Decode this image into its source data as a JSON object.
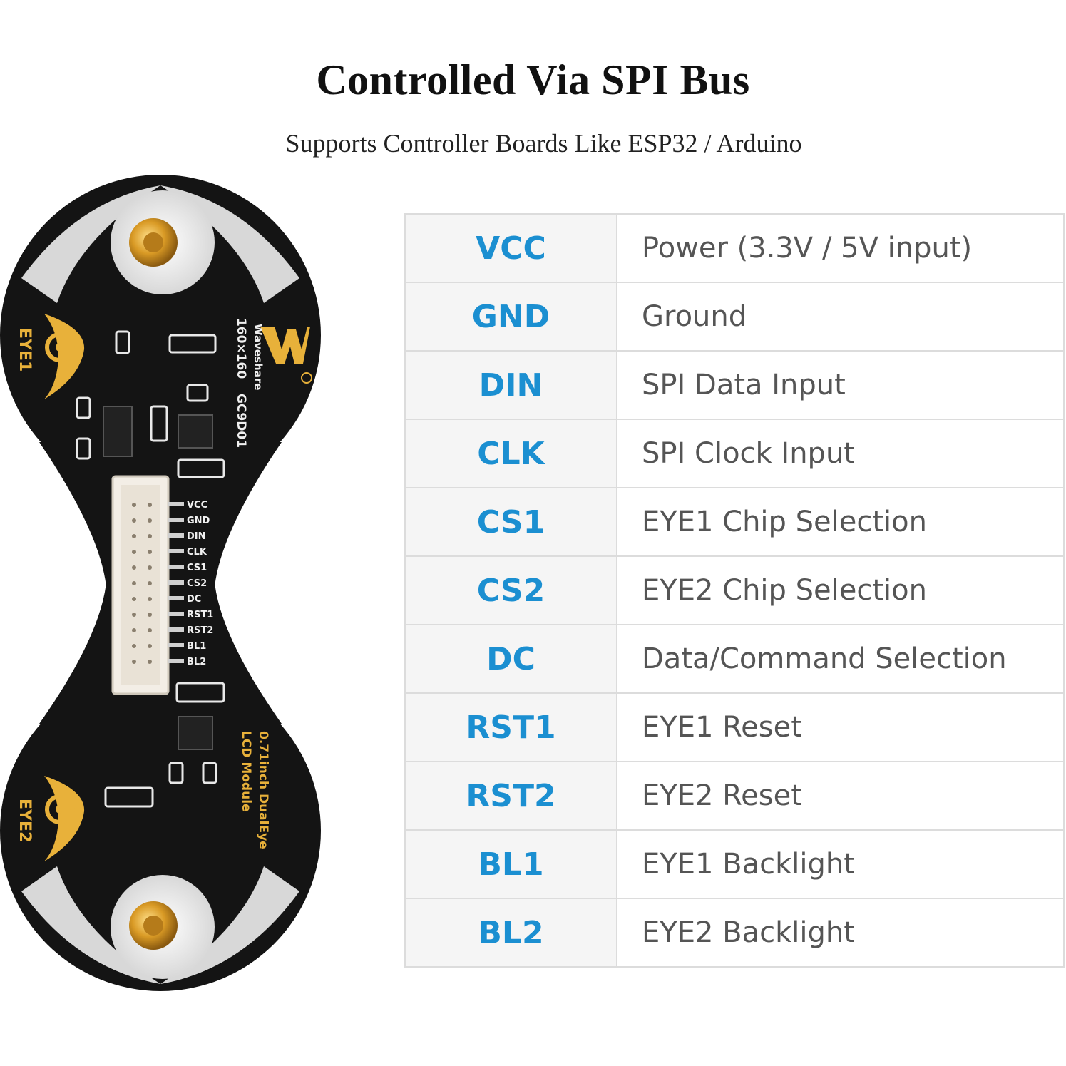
{
  "header": {
    "title": "Controlled Via SPI Bus",
    "subtitle": "Supports Controller Boards Like ESP32 / Arduino"
  },
  "board": {
    "eye_top_label": "EYE1",
    "eye_bottom_label": "EYE2",
    "brand": "Waveshare",
    "resolution": "160×160",
    "driver": "GC9D01",
    "module_line1": "0.71inch DualEye",
    "module_line2": "LCD Module",
    "connector_pins": [
      "VCC",
      "GND",
      "DIN",
      "CLK",
      "CS1",
      "CS2",
      "DC",
      "RST1",
      "RST2",
      "BL1",
      "BL2"
    ],
    "colors": {
      "pcb": "#141414",
      "silk": "#f0f0f0",
      "gold": "#e8b13a"
    },
    "logo_icon": "waveshare-logo-icon"
  },
  "pin_table": {
    "colors": {
      "pin_text": "#1b8fd1",
      "desc_text": "#555555",
      "border": "#dcdcdc"
    },
    "rows": [
      {
        "pin": "VCC",
        "desc": "Power (3.3V / 5V input)"
      },
      {
        "pin": "GND",
        "desc": "Ground"
      },
      {
        "pin": "DIN",
        "desc": "SPI Data Input"
      },
      {
        "pin": "CLK",
        "desc": "SPI Clock Input"
      },
      {
        "pin": "CS1",
        "desc": "EYE1 Chip Selection"
      },
      {
        "pin": "CS2",
        "desc": "EYE2 Chip Selection"
      },
      {
        "pin": "DC",
        "desc": "Data/Command Selection"
      },
      {
        "pin": "RST1",
        "desc": "EYE1 Reset"
      },
      {
        "pin": "RST2",
        "desc": "EYE2 Reset"
      },
      {
        "pin": "BL1",
        "desc": "EYE1 Backlight"
      },
      {
        "pin": "BL2",
        "desc": "EYE2 Backlight"
      }
    ]
  }
}
